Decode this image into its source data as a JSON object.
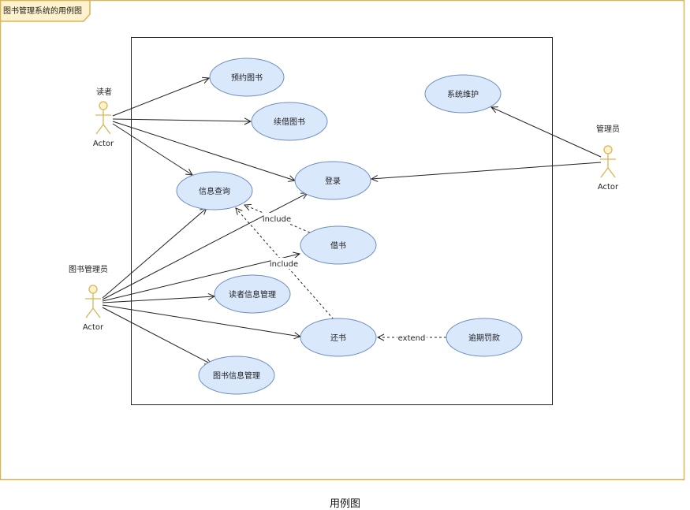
{
  "frame_title": "图书管理系统的用例图",
  "caption": "用例图",
  "actors": {
    "reader": {
      "name": "读者",
      "type_label": "Actor"
    },
    "librarian": {
      "name": "图书管理员",
      "type_label": "Actor"
    },
    "admin": {
      "name": "管理员",
      "type_label": "Actor"
    }
  },
  "use_cases": {
    "reserve_book": "预约图书",
    "renew_book": "续借图书",
    "system_maintenance": "系统维护",
    "info_query": "信息查询",
    "login": "登录",
    "borrow_book": "借书",
    "reader_info_mgmt": "读者信息管理",
    "return_book": "还书",
    "overdue_fine": "逾期罚款",
    "book_info_mgmt": "图书信息管理"
  },
  "relations": {
    "include_1": "include",
    "include_2": "include",
    "extend_1": "extend"
  },
  "colors": {
    "frame_border": "#d6b656",
    "frame_label_fill": "#fff2cc",
    "usecase_fill": "#dae8fc",
    "usecase_stroke": "#6c8ebf",
    "actor_fill": "#fff2cc",
    "actor_stroke": "#d6b656"
  }
}
